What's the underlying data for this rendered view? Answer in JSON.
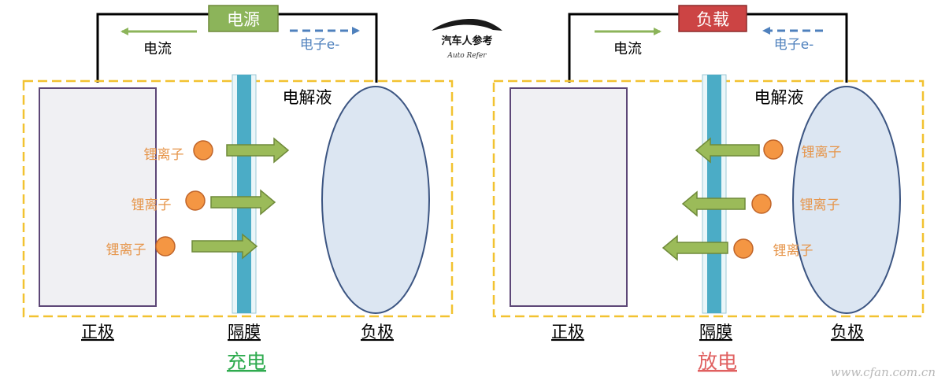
{
  "colors": {
    "wire": "#000000",
    "electrolyte_border": "#f2c230",
    "positive_fill": "#f0f0f3",
    "positive_border": "#5d4777",
    "negative_fill": "#dce6f2",
    "negative_border": "#3c5582",
    "separator": "#4bacc6",
    "ion": "#f49643",
    "ion_border": "#c0652a",
    "arrow_fill": "#9bbb59",
    "arrow_border": "#6f8a3a",
    "power_box": "#8cb45a",
    "load_box": "#cc4444",
    "current_arrow": "#8cb45a",
    "electron_arrow": "#4f81bd",
    "charge_title": "#2fab4f",
    "discharge_title": "#e06060"
  },
  "watermark": {
    "logo_text": "汽车人参考",
    "logo_sub": "Auto Refer",
    "site": "www.cfan.com.cn"
  },
  "charge": {
    "source_label": "电源",
    "current_label": "电流",
    "electron_label": "电子e-",
    "electrolyte_label": "电解液",
    "ion_labels": [
      "锂离子",
      "锂离子",
      "锂离子"
    ],
    "positive_label": "正极",
    "separator_label": "隔膜",
    "negative_label": "负极",
    "title": "充电"
  },
  "discharge": {
    "source_label": "负载",
    "current_label": "电流",
    "electron_label": "电子e-",
    "electrolyte_label": "电解液",
    "ion_labels": [
      "锂离子",
      "锂离子",
      "锂离子"
    ],
    "positive_label": "正极",
    "separator_label": "隔膜",
    "negative_label": "负极",
    "title": "放电"
  }
}
